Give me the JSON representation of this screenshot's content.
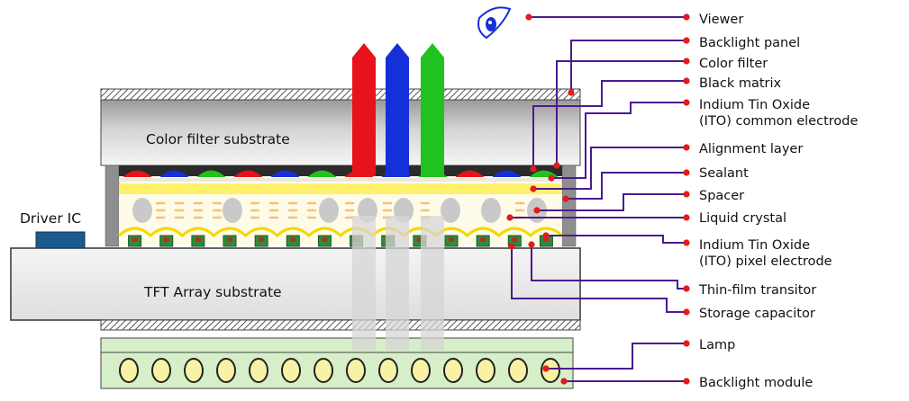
{
  "diagram": {
    "title": "",
    "labels": {
      "color_filter_substrate": "Color filter substrate",
      "tft_array_substrate": "TFT Array substrate",
      "driver_ic": "Driver IC"
    },
    "callouts": [
      {
        "id": "viewer",
        "text": [
          "Viewer"
        ]
      },
      {
        "id": "backlight-panel",
        "text": [
          "Backlight panel"
        ]
      },
      {
        "id": "color-filter",
        "text": [
          "Color filter"
        ]
      },
      {
        "id": "black-matrix",
        "text": [
          "Black matrix"
        ]
      },
      {
        "id": "ito-common-electrode",
        "text": [
          "Indium Tin Oxide",
          "(ITO) common electrode"
        ]
      },
      {
        "id": "alignment-layer",
        "text": [
          "Alignment layer"
        ]
      },
      {
        "id": "sealant",
        "text": [
          "Sealant"
        ]
      },
      {
        "id": "spacer",
        "text": [
          "Spacer"
        ]
      },
      {
        "id": "liquid-crystal",
        "text": [
          "Liquid crystal"
        ]
      },
      {
        "id": "ito-pixel-electrode",
        "text": [
          "Indium Tin Oxide",
          "(ITO) pixel electrode"
        ]
      },
      {
        "id": "thin-film-transistor",
        "text": [
          "Thin-film transitor"
        ]
      },
      {
        "id": "storage-capacitor",
        "text": [
          "Storage capacitor"
        ]
      },
      {
        "id": "lamp",
        "text": [
          "Lamp"
        ]
      },
      {
        "id": "backlight-module",
        "text": [
          "Backlight module"
        ]
      }
    ],
    "colors": {
      "leader": "#4b1a8f",
      "dot": "#e21b1b",
      "red": "#e8121a",
      "green": "#1fc21f",
      "blue": "#1530d8",
      "sealant": "#8e8e8e",
      "lc": "#fffbe9",
      "alignment": "#fff06a",
      "backlight": "#d6efc8",
      "lamp": "#f8f2a6",
      "driver": "#1d5a8c"
    },
    "filter_sequence": [
      "red",
      "blue",
      "green",
      "red",
      "blue",
      "green",
      "red",
      "blue",
      "green",
      "red",
      "blue",
      "green"
    ],
    "lamp_count": 14,
    "spacer_count": 8,
    "tft_count": 14
  }
}
